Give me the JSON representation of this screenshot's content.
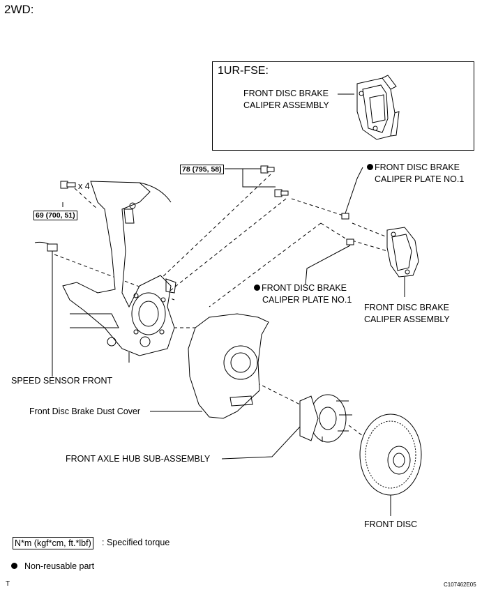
{
  "title": "2WD:",
  "inset": {
    "title": "1UR-FSE:",
    "caliper_label_line1": "FRONT DISC BRAKE",
    "caliper_label_line2": "CALIPER ASSEMBLY"
  },
  "torques": {
    "knuckle_bolt": "69 (700, 51)",
    "caliper_bolt": "78 (795, 58)",
    "knuckle_bolt_count": "x 4"
  },
  "labels": {
    "caliper_plate_upper_1": "FRONT DISC BRAKE",
    "caliper_plate_upper_2": "CALIPER PLATE NO.1",
    "caliper_plate_lower_1": "FRONT DISC BRAKE",
    "caliper_plate_lower_2": "CALIPER PLATE NO.1",
    "caliper_assembly_1": "FRONT DISC BRAKE",
    "caliper_assembly_2": "CALIPER ASSEMBLY",
    "speed_sensor": "SPEED SENSOR FRONT",
    "dust_cover": "Front Disc Brake Dust Cover",
    "axle_hub": "FRONT AXLE HUB SUB-ASSEMBLY",
    "front_disc": "FRONT DISC"
  },
  "legend": {
    "torque_unit": "N*m (kgf*cm, ft.*lbf)",
    "torque_desc": ": Specified torque",
    "non_reusable": "Non-reusable part"
  },
  "footer": {
    "left": "T",
    "right": "C107462E05"
  }
}
